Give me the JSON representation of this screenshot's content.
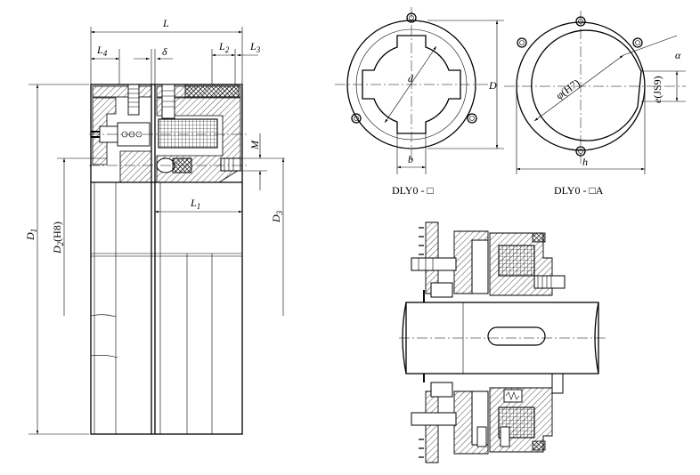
{
  "labels": {
    "L": "L",
    "L4": "L",
    "L4_sub": "4",
    "delta": "δ",
    "L2": "L",
    "L2_sub": "2",
    "L3": "L",
    "L3_sub": "3",
    "M": "M",
    "L1": "L",
    "L1_sub": "1",
    "D1": "D",
    "D1_sub": "1",
    "D2": "D",
    "D2_sub": "2",
    "D2_fit": "(H8)",
    "D3": "D",
    "D3_sub": "3",
    "d": "d",
    "D": "D",
    "b": "b",
    "phi": "φ",
    "phi_fit": "(H7)",
    "alpha": "α",
    "e": "e",
    "e_fit": "(JS9)",
    "h": "h"
  },
  "captions": {
    "left_view": "DLY0 - □",
    "right_view": "DLY0 - □A"
  }
}
